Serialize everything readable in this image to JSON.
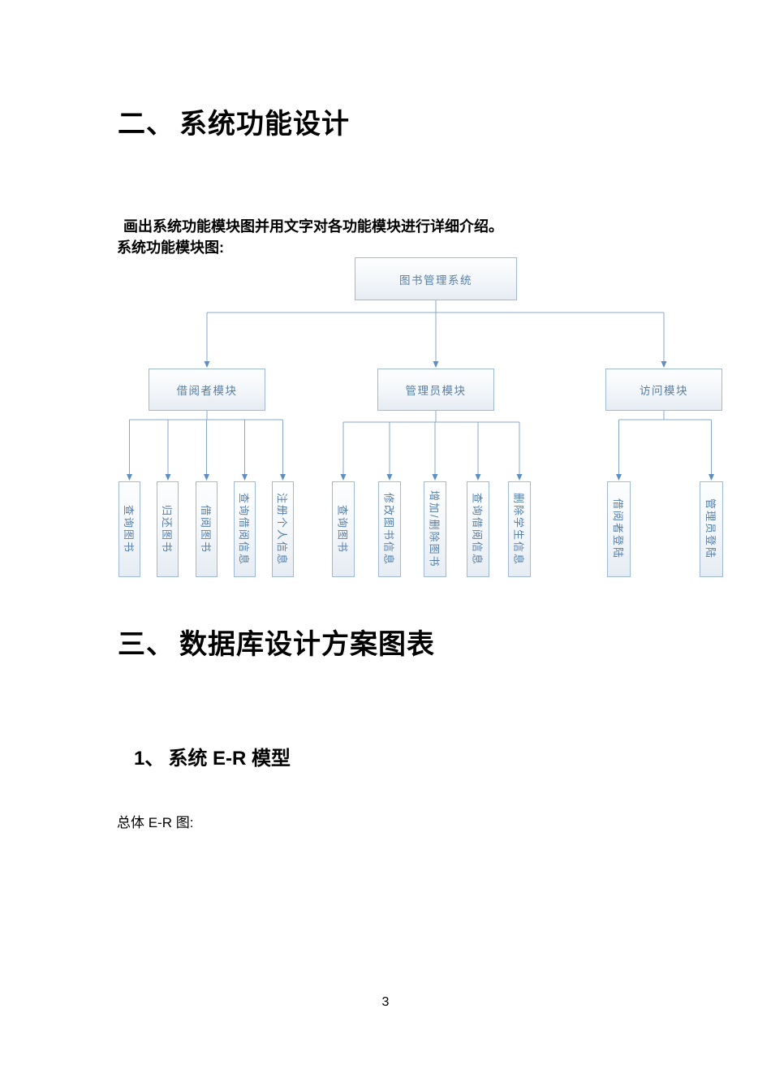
{
  "page": {
    "number": "3",
    "background": "#ffffff"
  },
  "headings": {
    "section2": {
      "prefix": "二、",
      "title": "系统功能设计"
    },
    "section3": {
      "prefix": "三、",
      "title": "数据库设计方案图表"
    },
    "subsection1": {
      "prefix": "1、",
      "title": "系统 E-R 模型"
    }
  },
  "paragraphs": {
    "intro": "画出系统功能模块图并用文字对各功能模块进行详细介绍。",
    "diagram_caption": "系统功能模块图:",
    "er_caption": "总体 E-R 图:"
  },
  "diagram": {
    "root": "图书管理系统",
    "modules": [
      {
        "label": "借阅者模块",
        "children": [
          "查询图书",
          "归还图书",
          "借阅图书",
          "查询借阅信息",
          "注册个人信息"
        ]
      },
      {
        "label": "管理员模块",
        "children": [
          "查询图书",
          "修改图书信息",
          "增加/删除图书",
          "查询借阅信息",
          "删除学生信息"
        ]
      },
      {
        "label": "访问模块",
        "children": [
          "借阅者登陆",
          "管理员登陆"
        ]
      }
    ],
    "colors": {
      "box_border": "#a0bad6",
      "box_fill_top": "#fdfefe",
      "box_fill_bottom": "#e6ecf3",
      "box_text": "#567ea8",
      "connector": "#84a9cd",
      "arrowhead": "#5d8fc4"
    }
  }
}
